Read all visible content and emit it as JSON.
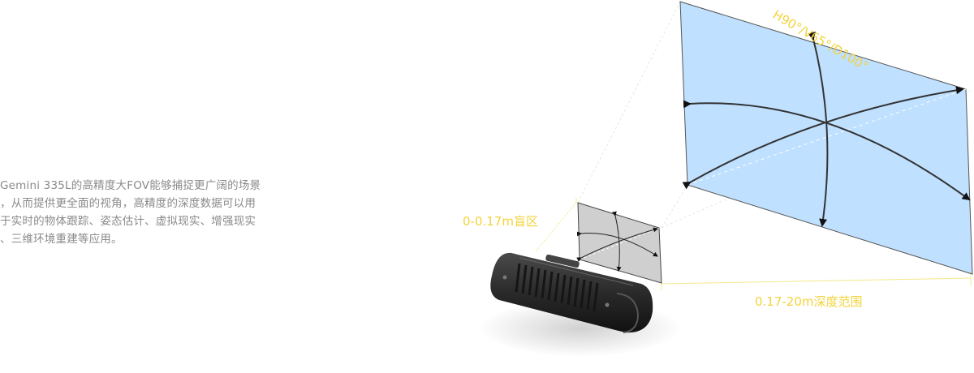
{
  "description": {
    "lines": [
      "Gemini 335L的高精度大FOV能够捕捉更广阔的场景",
      "，从而提供更全面的视角，高精度的深度数据可以用",
      "于实时的物体跟踪、姿态估计、虚拟现实、增强现实",
      "、三维环境重建等应用。"
    ]
  },
  "diagram": {
    "fov_label": "H90°/V65°/D100°",
    "blind_zone_label": "0-0.17m盲区",
    "depth_range_label": "0.17-20m深度范围"
  },
  "colors": {
    "text": "#8a8a8a",
    "accent_yellow": "#f3d33a",
    "far_plane_fill": "#bfe0ff",
    "near_plane_fill": "#cfcfcf",
    "device_body": "#2e2e2e"
  }
}
